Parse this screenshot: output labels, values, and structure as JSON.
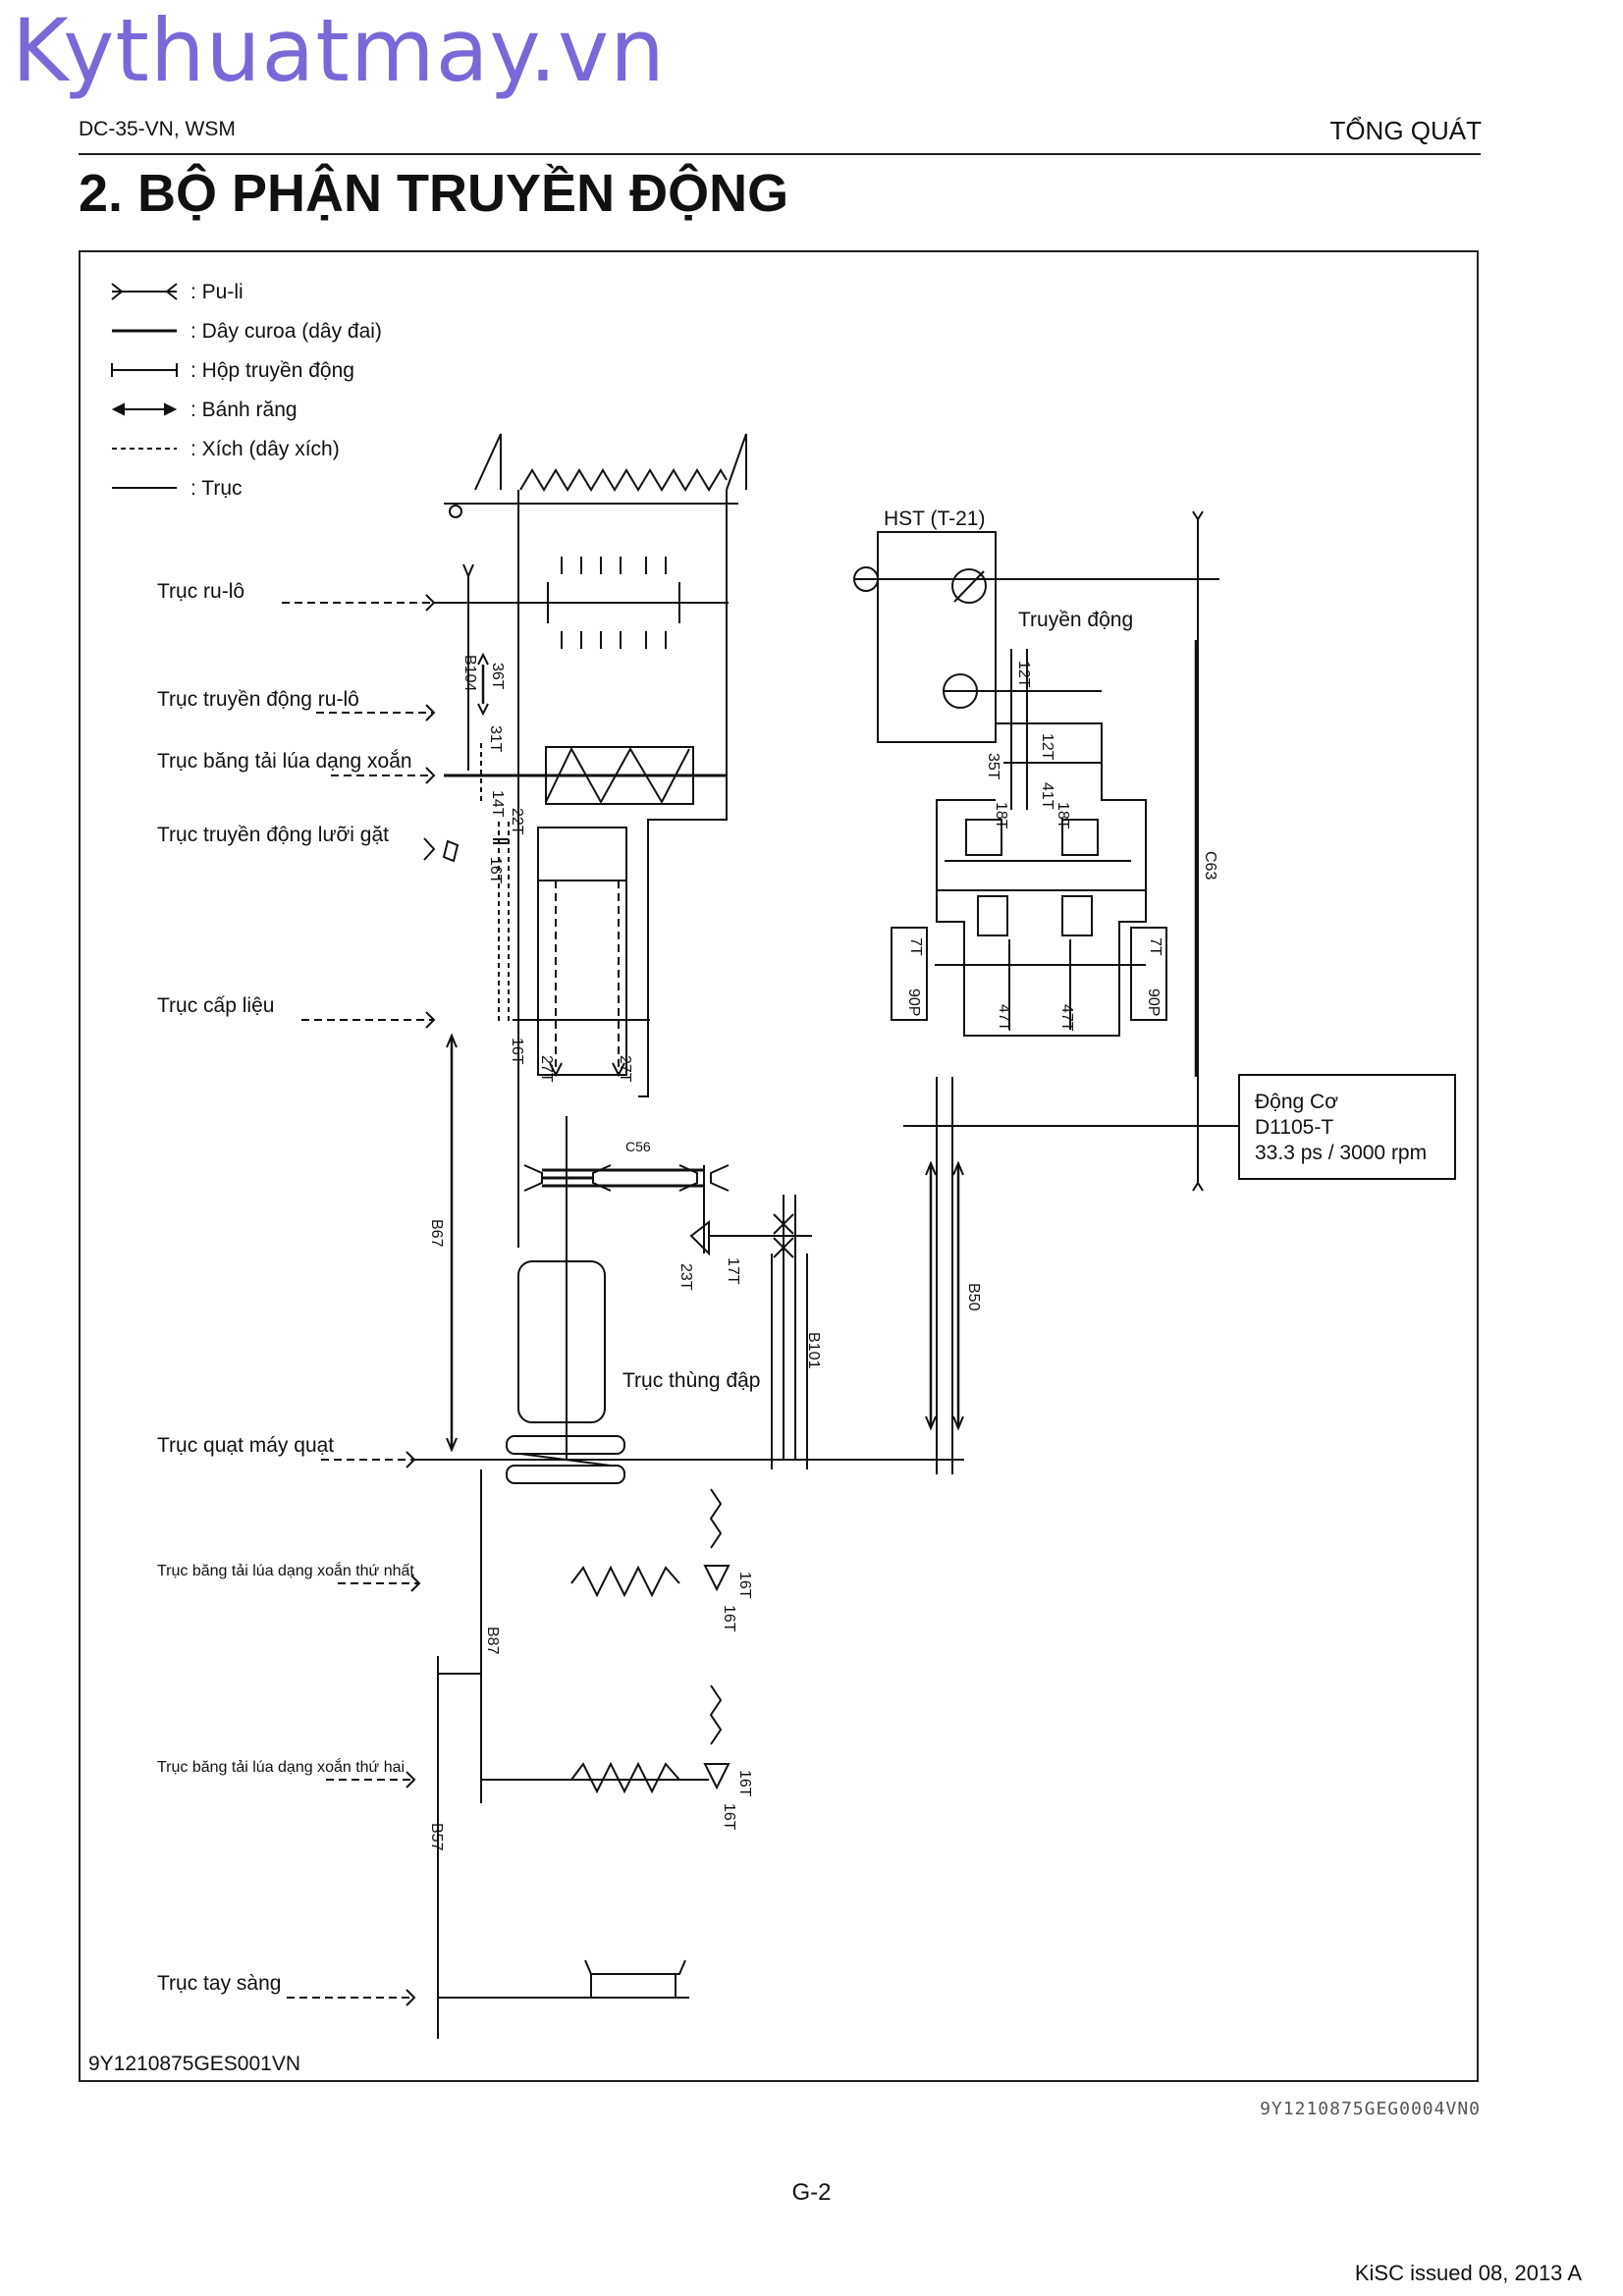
{
  "watermark": "Kythuatmay.vn",
  "header": {
    "doc_id": "DC-35-VN, WSM",
    "section": "TỔNG QUÁT"
  },
  "title": "2.   BỘ PHẬN TRUYỀN ĐỘNG",
  "legend": [
    {
      "symbol": "pulley-icon",
      "label": ":  Pu-li"
    },
    {
      "symbol": "belt-icon",
      "label": ":  Dây curoa (dây đai)"
    },
    {
      "symbol": "gearbox-icon",
      "label": ":  Hộp truyền động"
    },
    {
      "symbol": "gear-icon",
      "label": ":  Bánh răng"
    },
    {
      "symbol": "chain-icon",
      "label": ":  Xích (dây xích)"
    },
    {
      "symbol": "shaft-icon",
      "label": ":  Trục"
    }
  ],
  "shaft_labels": {
    "roller": "Trục ru-lô",
    "roller_drive": "Trục truyền động ru-lô",
    "auger": "Trục băng tải lúa dạng xoắn",
    "cutter_drive": "Trục truyền động lưỡi gặt",
    "feeder": "Trục cấp liệu",
    "thresher": "Trục thùng đập",
    "fan": "Trục quạt máy quạt",
    "auger_first": "Trục băng tải lúa dạng xoắn thứ nhất",
    "auger_second": "Trục băng tải lúa dạng xoắn thứ hai",
    "sieve": "Trục tay sàng"
  },
  "hst": {
    "label": "HST (T-21)",
    "transmission": "Truyền động"
  },
  "engine": {
    "title": "Động Cơ",
    "model": "D1105-T",
    "rating": "33.3 ps / 3000 rpm"
  },
  "belts": {
    "b104": "B104",
    "c63": "C63",
    "b67": "B67",
    "b50": "B50",
    "b101": "B101",
    "b87": "B87",
    "b57": "B57",
    "c56": "C56"
  },
  "teeth": {
    "t36": "36T",
    "t31": "31T",
    "t14": "14T",
    "t22": "22T",
    "t16a": "16T",
    "t16b": "16T",
    "t27a": "27T",
    "t27b": "27T",
    "t12a": "12T",
    "t12b": "12T",
    "t35": "35T",
    "t41": "41T",
    "t18a": "18T",
    "t18b": "18T",
    "t7a": "7T",
    "t7b": "7T",
    "p90a": "90P",
    "p90b": "90P",
    "t47a": "47T",
    "t47b": "47T",
    "t17": "17T",
    "t23": "23T",
    "t16c": "16T",
    "t16d": "16T",
    "t16e": "16T",
    "t16f": "16T"
  },
  "figure_id": "9Y1210875GES001VN",
  "figure_code": "9Y1210875GEG0004VN0",
  "page_number": "G-2",
  "issued": "KiSC issued 08, 2013 A"
}
